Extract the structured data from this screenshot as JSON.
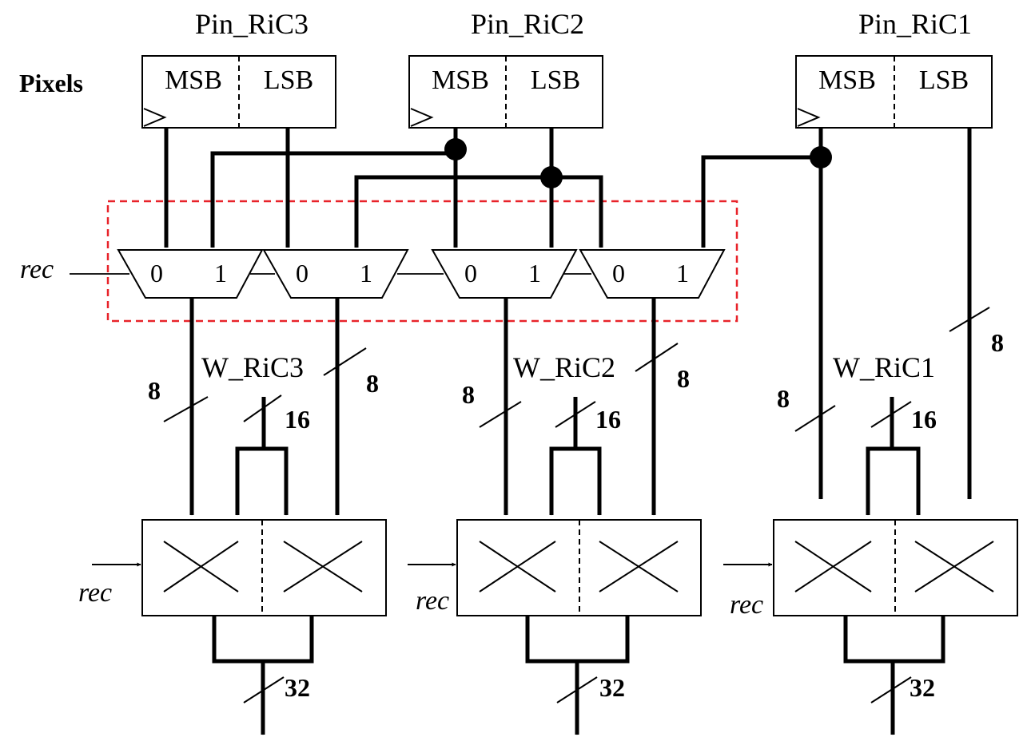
{
  "pixels_label": "Pixels",
  "rec_label": "rec",
  "registers": [
    {
      "name": "Pin_RiC3",
      "msb": "MSB",
      "lsb": "LSB"
    },
    {
      "name": "Pin_RiC2",
      "msb": "MSB",
      "lsb": "LSB"
    },
    {
      "name": "Pin_RiC1",
      "msb": "MSB",
      "lsb": "LSB"
    }
  ],
  "mux_input_labels": [
    "0",
    "1"
  ],
  "weights": [
    "W_RiC3",
    "W_RiC2",
    "W_RiC1"
  ],
  "bus_widths": {
    "pixel": "8",
    "weight": "16",
    "output": "32"
  },
  "colors": {
    "highlight_box": "#e8232a",
    "line": "#000000"
  }
}
